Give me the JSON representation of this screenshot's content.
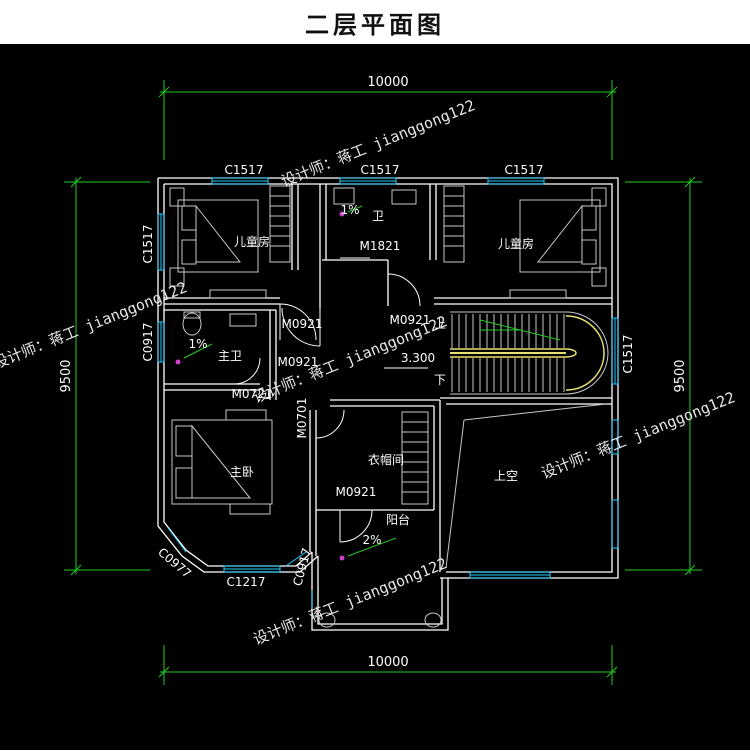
{
  "title": "二层平面图",
  "dimensions": {
    "top": "10000",
    "bottom": "10000",
    "left": "9500",
    "right": "9500"
  },
  "windows": {
    "w_top_left": "C1517",
    "w_top_mid": "C1517",
    "w_top_right": "C1517",
    "w_left_top": "C1517",
    "w_left_bath": "C0917",
    "w_right_stair": "C1517",
    "w_bay_left": "C0977",
    "w_bay_bottom": "C1217",
    "w_balcony": "C0917"
  },
  "doors": {
    "m1821": "M1821",
    "m0921_a": "M0921",
    "m0921_b": "M0921",
    "m0921_c": "M0921",
    "m0921_d": "M0921",
    "m0721": "M0721",
    "m0701": "M0701"
  },
  "rooms": {
    "kids_left": "儿童房",
    "kids_right": "儿童房",
    "bath_small": "卫",
    "master_bath": "主卫",
    "master_bed": "主卧",
    "wardrobe": "衣帽间",
    "balcony": "阳台",
    "void": "上空"
  },
  "stairs": {
    "elevation": "3.300",
    "up": "上",
    "down": "下"
  },
  "slopes": {
    "bath_small": "1%",
    "master_bath": "1%",
    "balcony": "2%"
  },
  "watermark": "设计师：蒋工 jianggong122",
  "colors": {
    "wall": "#ffffff",
    "dimension": "#22cc22",
    "window": "#22ccff",
    "furniture": "#c8c8c8",
    "stair_rail": "#e8e070",
    "floor_drain": "#cc44cc",
    "background": "#000000"
  }
}
